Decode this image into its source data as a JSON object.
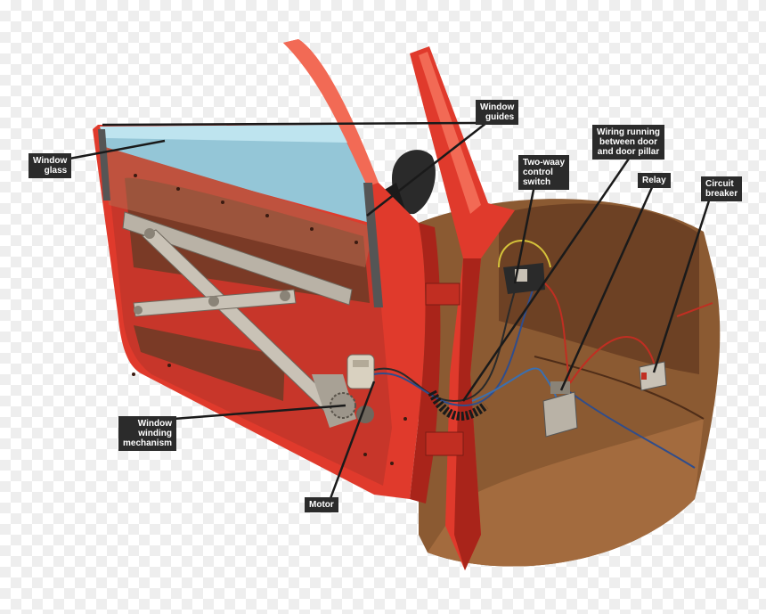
{
  "labels": {
    "window_glass": [
      "Window",
      "glass"
    ],
    "window_guides": [
      "Window",
      "guides"
    ],
    "wiring": [
      "Wiring running",
      "between door",
      "and door pillar"
    ],
    "two_way_switch": [
      "Two-waay",
      "control",
      "switch"
    ],
    "relay": [
      "Relay"
    ],
    "circuit_breaker": [
      "Circuit",
      "breaker"
    ],
    "window_winding": [
      "Window",
      "winding",
      "mechanism"
    ],
    "motor": [
      "Motor"
    ]
  },
  "colors": {
    "door_red": "#e03a2c",
    "door_dark": "#a9241a",
    "panel_brown": "#7a3a26",
    "glass_blue": "#8fcde0",
    "body_tan": "#8b5a32",
    "metal_gray": "#b9b2a6",
    "label_bg": "#2b2b2b",
    "leader": "#1a1a1a"
  }
}
